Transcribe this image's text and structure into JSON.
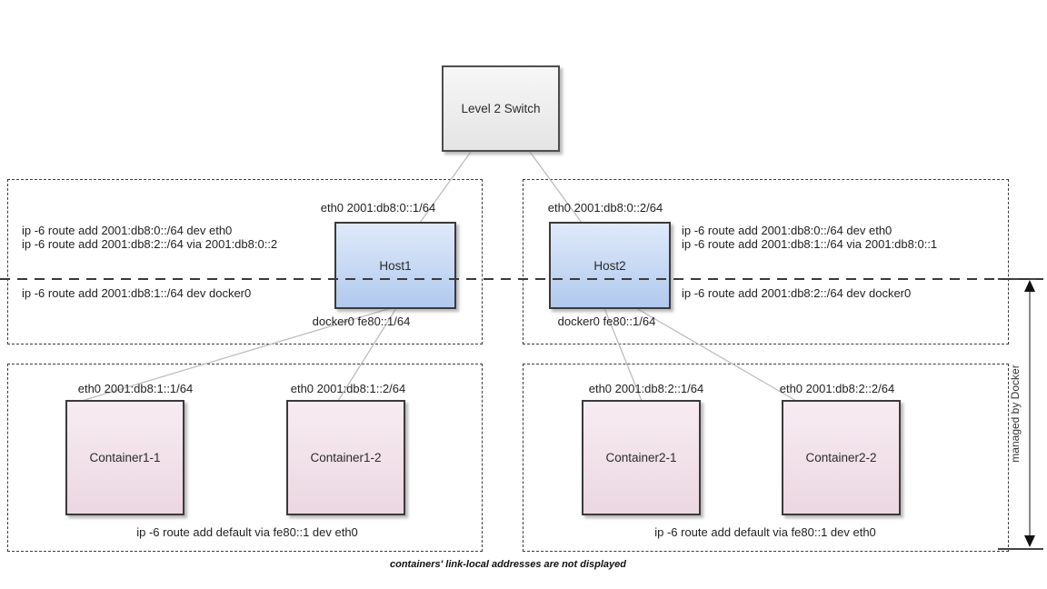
{
  "diagram": {
    "switch_label": "Level 2 Switch",
    "host1": {
      "name": "Host1",
      "eth_label": "eth0 2001:db8:0::1/64",
      "docker_label": "docker0 fe80::1/64",
      "route_eth_1": "ip -6 route add 2001:db8:0::/64 dev eth0",
      "route_eth_2": "ip -6 route add 2001:db8:2::/64 via 2001:db8:0::2",
      "route_docker": "ip -6 route add 2001:db8:1::/64 dev docker0"
    },
    "host2": {
      "name": "Host2",
      "eth_label": "eth0 2001:db8:0::2/64",
      "docker_label": "docker0 fe80::1/64",
      "route_eth_1": "ip -6 route add 2001:db8:0::/64 dev eth0",
      "route_eth_2": "ip -6 route add 2001:db8:1::/64 via 2001:db8:0::1",
      "route_docker": "ip -6 route add 2001:db8:2::/64 dev docker0"
    },
    "containers": [
      {
        "name": "Container1-1",
        "eth_label": "eth0 2001:db8:1::1/64"
      },
      {
        "name": "Container1-2",
        "eth_label": "eth0 2001:db8:1::2/64"
      },
      {
        "name": "Container2-1",
        "eth_label": "eth0 2001:db8:2::1/64"
      },
      {
        "name": "Container2-2",
        "eth_label": "eth0 2001:db8:2::2/64"
      }
    ],
    "default_route_left": "ip -6 route add default via fe80::1 dev eth0",
    "default_route_right": "ip -6 route add default via fe80::1 dev eth0",
    "side_label": "managed by Docker",
    "footnote": "containers' link-local addresses are not displayed",
    "colors": {
      "host_fill_top": "#dfeafa",
      "host_fill_bottom": "#b1c9ee",
      "container_fill_top": "#f7ecf2",
      "container_fill_bottom": "#ecd7e1",
      "switch_fill_top": "#f7f7f7",
      "switch_fill_bottom": "#e4e4e4",
      "node_border": "#3a3a3a",
      "connector_line": "#bdbdbd"
    }
  }
}
